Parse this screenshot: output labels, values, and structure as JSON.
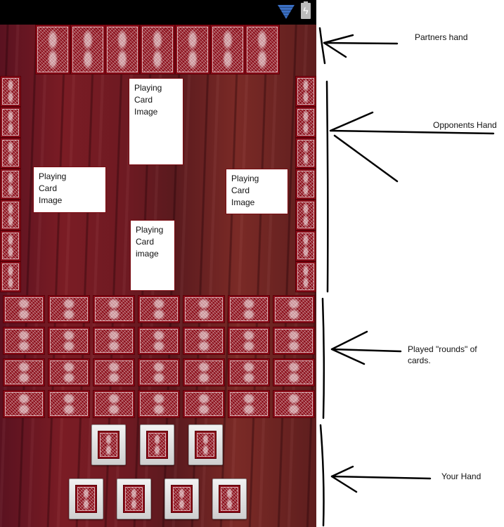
{
  "status_bar": {
    "wifi_icon": "wifi-icon",
    "battery_icon": "battery-charging-icon",
    "battery_glyph": "ϟ"
  },
  "table": {
    "partner_card_count": 7,
    "left_opponent_card_count": 7,
    "right_opponent_card_count": 7,
    "played_rounds": {
      "rows": 4,
      "cols": 7
    },
    "your_hand": {
      "row1_count": 3,
      "row2_count": 4
    },
    "played_slots": {
      "top": [
        "Playing",
        "Card",
        "Image"
      ],
      "left": [
        "Playing",
        "Card",
        "Image"
      ],
      "right": [
        "Playing",
        "Card",
        "Image"
      ],
      "bottom": [
        "Playing",
        "Card",
        "image"
      ]
    },
    "card_color": "#8a0c18"
  },
  "annotations": {
    "partners": "Partners hand",
    "opponents": "Opponents Hand",
    "played_line1": "Played \"rounds\" of",
    "played_line2": "cards.",
    "yours": "Your Hand"
  }
}
